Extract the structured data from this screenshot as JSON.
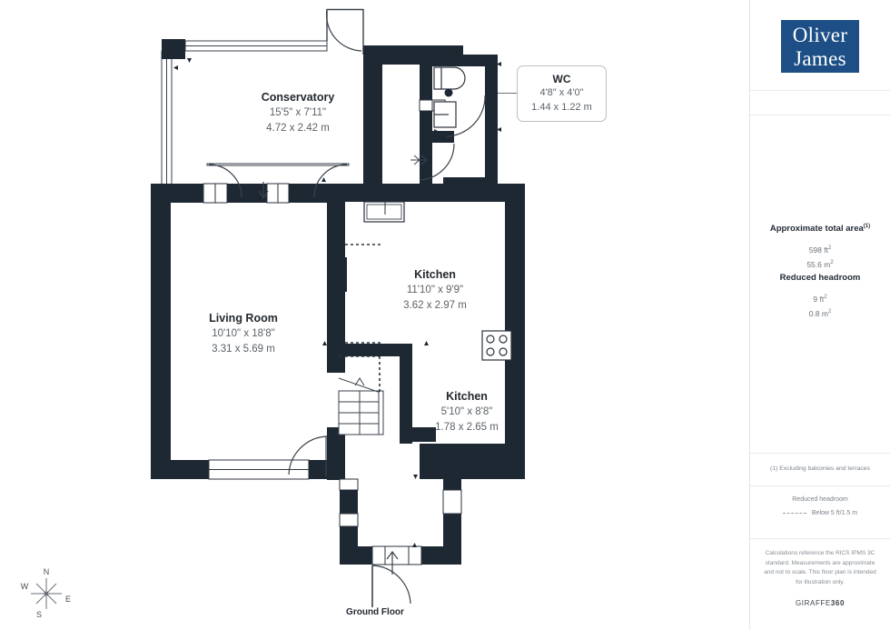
{
  "brand": {
    "logo_line1": "Oliver",
    "logo_line2": "James",
    "logo_bg": "#1d4f86"
  },
  "side_panel": {
    "total_area_title": "Approximate total area",
    "total_area_superscript": "(1)",
    "total_area_sqft": "598 ft",
    "total_area_sqft_sup": "2",
    "total_area_sqm": "55.6 m",
    "total_area_sqm_sup": "2",
    "reduced_headroom_title": "Reduced headroom",
    "reduced_headroom_sqft": "9 ft",
    "reduced_headroom_sqft_sup": "2",
    "reduced_headroom_sqm": "0.8 m",
    "reduced_headroom_sqm_sup": "2",
    "footnote": "(1) Excluding balconies and terraces",
    "legend_title": "Reduced headroom",
    "legend_label": "Below 5 ft/1.5 m",
    "disclaimer": "Calculations reference the RICS IPMS 3C standard. Measurements are approximate and not to scale. This floor plan is intended for illustration only.",
    "giraffe_text": "GIRAFFE",
    "giraffe_bold": "360"
  },
  "plan": {
    "floor_title": "Ground Floor",
    "wall_color": "#1e2833",
    "line_color": "#2b333d",
    "rooms": [
      {
        "name": "Conservatory",
        "imperial": "15'5\" x 7'11\"",
        "metric": "4.72 x 2.42 m"
      },
      {
        "name": "Living Room",
        "imperial": "10'10\" x 18'8\"",
        "metric": "3.31 x 5.69 m"
      },
      {
        "name": "Kitchen",
        "imperial": "11'10\" x 9'9\"",
        "metric": "3.62 x 2.97 m"
      },
      {
        "name": "Kitchen",
        "imperial": "5'10\" x 8'8\"",
        "metric": "1.78 x 2.65 m"
      },
      {
        "name": "WC",
        "imperial": "4'8\" x 4'0\"",
        "metric": "1.44 x 1.22 m"
      }
    ],
    "compass": {
      "north": "N",
      "east": "E",
      "south": "S",
      "west": "W"
    }
  }
}
